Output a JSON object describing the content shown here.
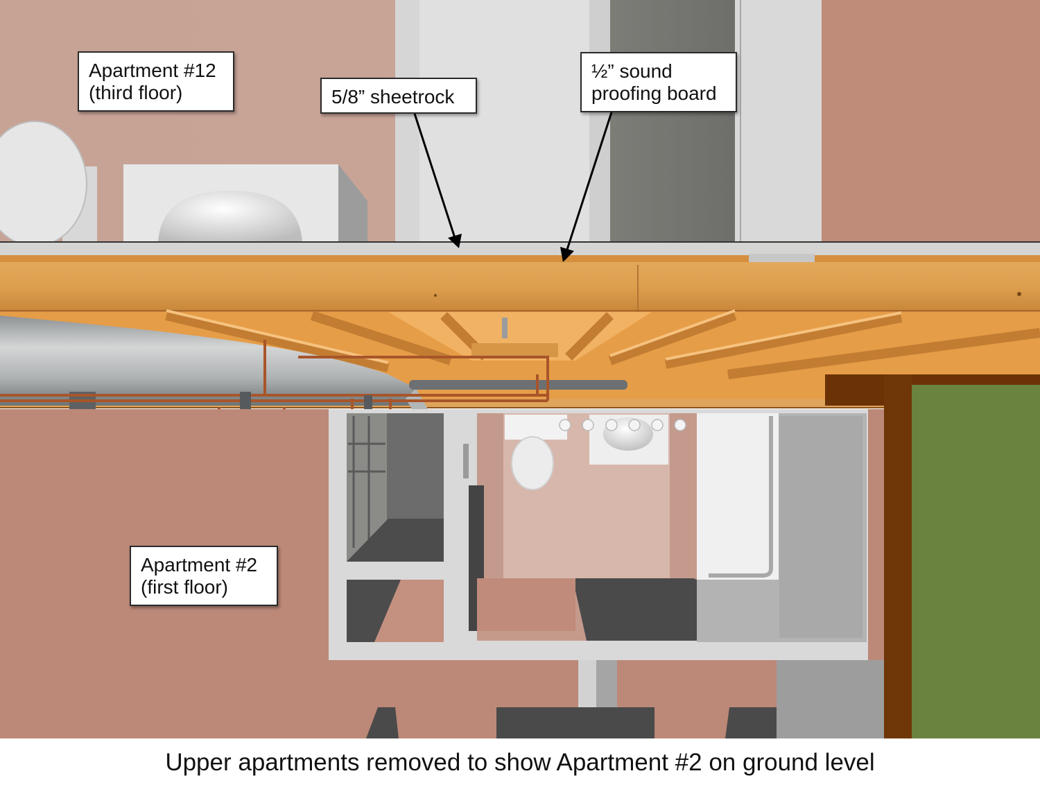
{
  "labels": {
    "apt12": {
      "line1": "Apartment #12",
      "line2": "(third floor)"
    },
    "sheetrock": {
      "line1": "5/8” sheetrock"
    },
    "soundboard": {
      "line1": "½” sound",
      "line2": "proofing board"
    },
    "apt2": {
      "line1": "Apartment #2",
      "line2": "(first floor)"
    }
  },
  "caption": "Upper apartments removed to show Apartment #2 on ground level",
  "colors": {
    "wall_pink": "#c8a193",
    "wall_pink_dark": "#bc8878",
    "lumber": "#d99a45",
    "lumber_dark": "#b8702a",
    "copper_pipe": "#a8552a",
    "duct": "#b9bcbd",
    "green_wall": "#6a8440",
    "gray_floor": "#4a4a4a",
    "partition": "#dcdcdc"
  }
}
